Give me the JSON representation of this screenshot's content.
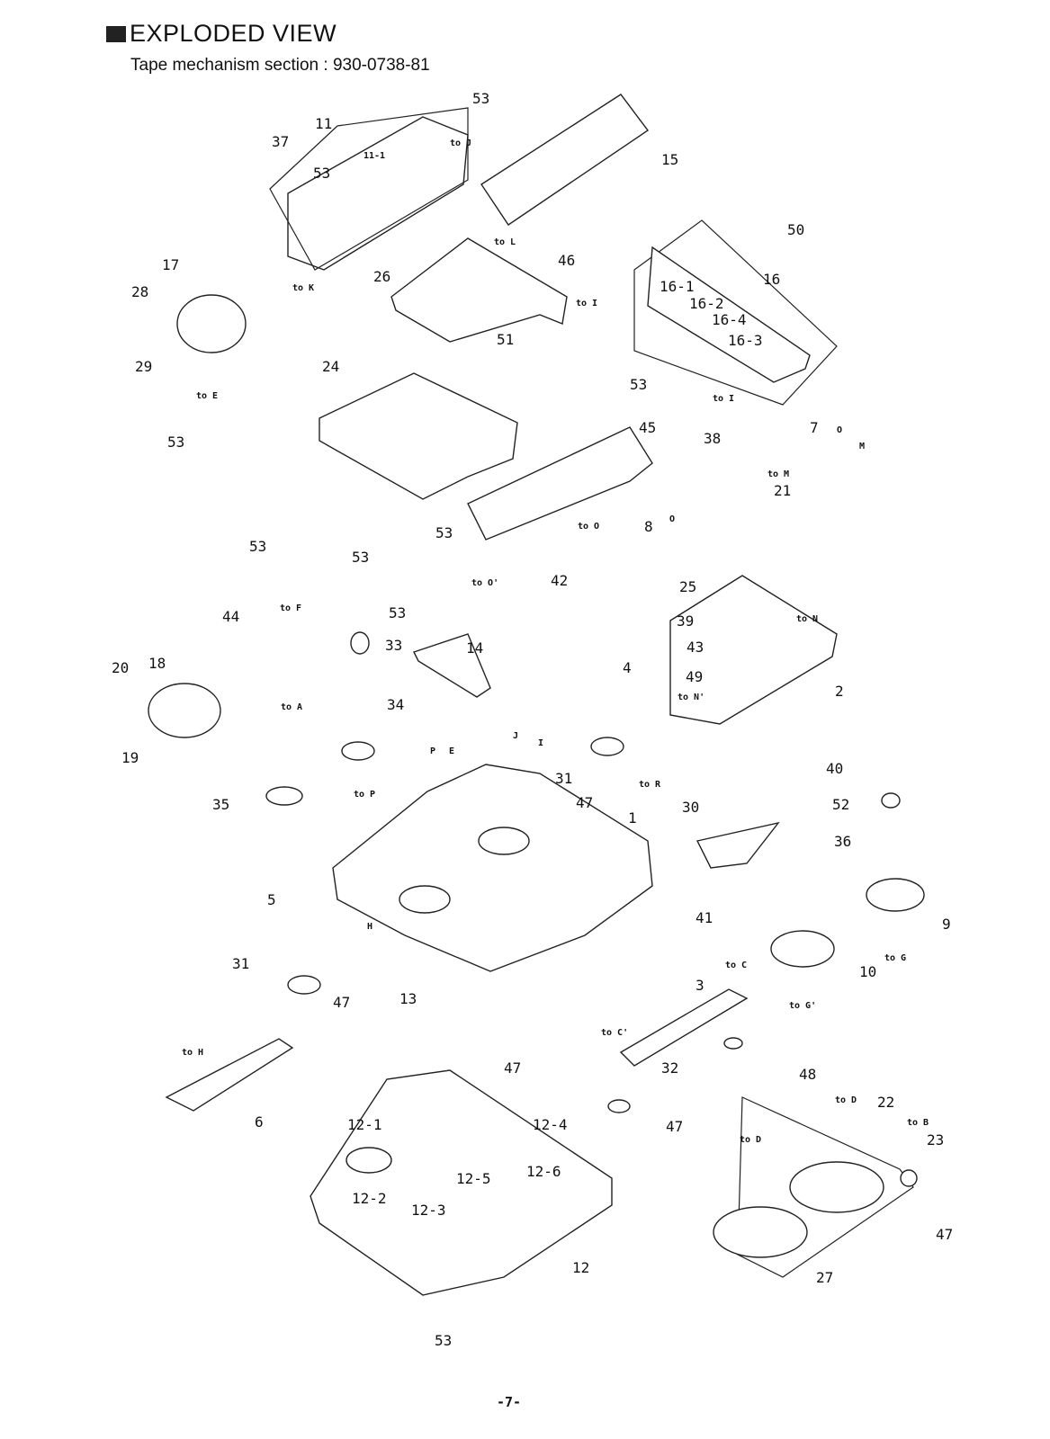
{
  "header": {
    "title": "EXPLODED VIEW",
    "subtitle": "Tape mechanism section : 930-0738-81"
  },
  "footer": {
    "page_number": "-7-"
  },
  "callouts": [
    "53",
    "11",
    "37",
    "11-1",
    "to J",
    "53",
    "15",
    "to L",
    "50",
    "17",
    "28",
    "26",
    "46",
    "to K",
    "to I",
    "16-1",
    "16",
    "16-2",
    "16-4",
    "16-3",
    "51",
    "29",
    "24",
    "to E",
    "to I",
    "53",
    "53",
    "45",
    "38",
    "7",
    "O",
    "M",
    "to M",
    "21",
    "8",
    "O",
    "to O",
    "53",
    "53",
    "53",
    "to O'",
    "42",
    "to F",
    "44",
    "53",
    "25",
    "39",
    "to N",
    "33",
    "14",
    "43",
    "20",
    "18",
    "49",
    "4",
    "to N'",
    "2",
    "to A",
    "34",
    "19",
    "to P",
    "P",
    "E",
    "J",
    "I",
    "31",
    "to R",
    "40",
    "35",
    "30",
    "47",
    "1",
    "52",
    "36",
    "5",
    "41",
    "9",
    "H",
    "31",
    "to C",
    "10",
    "to G",
    "3",
    "47",
    "13",
    "to G'",
    "to H",
    "to C'",
    "32",
    "47",
    "48",
    "to D",
    "22",
    "to B",
    "23",
    "to D",
    "6",
    "12-1",
    "12-4",
    "47",
    "12-5",
    "12-6",
    "12-2",
    "12-3",
    "47",
    "12",
    "27",
    "53"
  ]
}
